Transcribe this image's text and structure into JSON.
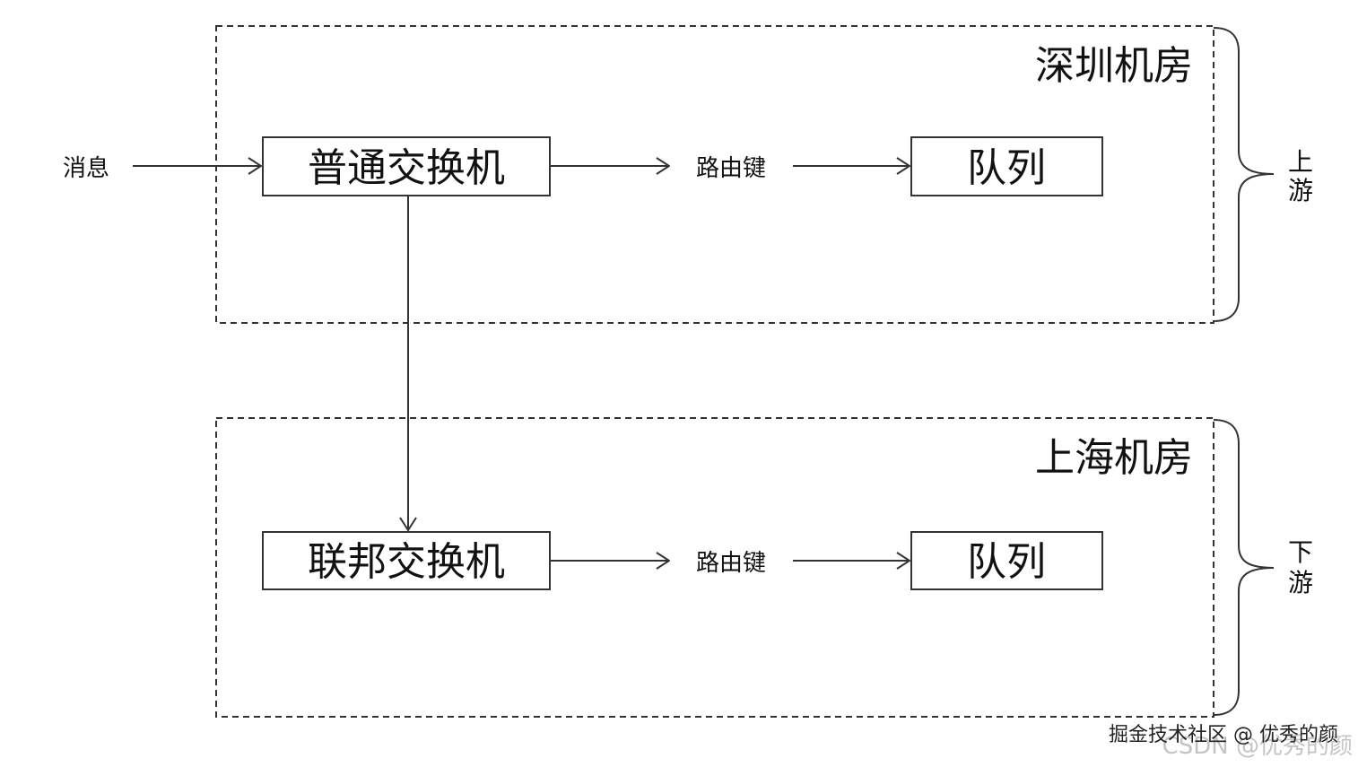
{
  "upper": {
    "room_title": "深圳机房",
    "input_label": "消息",
    "exchange_label": "普通交换机",
    "route_label": "路由键",
    "queue_label": "队列",
    "side_label": [
      "上",
      "游"
    ]
  },
  "lower": {
    "room_title": "上海机房",
    "exchange_label": "联邦交换机",
    "route_label": "路由键",
    "queue_label": "队列",
    "side_label": [
      "下",
      "游"
    ]
  },
  "watermark": {
    "back": "CSDN @优秀的颜",
    "front": "掘金技术社区 @ 优秀的颜"
  },
  "colors": {
    "line": "#333333",
    "text": "#111111",
    "background": "#ffffff"
  }
}
